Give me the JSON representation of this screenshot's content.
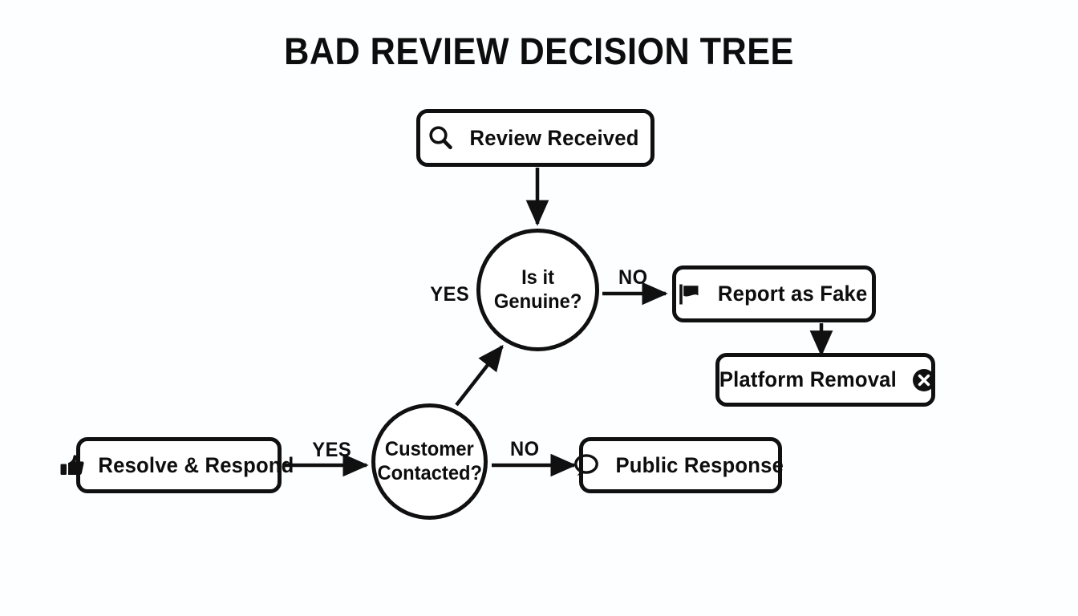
{
  "page": {
    "title": "BAD REVIEW DECISION TREE",
    "background_color": "#fdfeff",
    "ink_color": "#101010"
  },
  "nodes": {
    "review_received": {
      "label": "Review Received",
      "icon": "search-icon",
      "shape": "rounded-box"
    },
    "is_genuine": {
      "line1": "Is it",
      "line2": "Genuine?",
      "shape": "circle"
    },
    "report_as_fake": {
      "label": "Report as Fake",
      "icon": "flag-icon",
      "shape": "rounded-box"
    },
    "platform_removal": {
      "label": "Platform Removal",
      "icon": "circle-x-icon",
      "shape": "rounded-box"
    },
    "customer_contacted": {
      "line1": "Customer",
      "line2": "Contacted?",
      "shape": "circle"
    },
    "resolve_respond": {
      "label": "Resolve & Respond",
      "icon": "thumbs-up-icon",
      "shape": "rounded-box"
    },
    "public_response": {
      "label": "Public Response",
      "icon": "speech-bubble-icon",
      "shape": "rounded-box"
    }
  },
  "edges": {
    "review_to_genuine": {
      "label": ""
    },
    "genuine_no": {
      "label": "NO"
    },
    "genuine_yes": {
      "label": "YES"
    },
    "fake_to_removal": {
      "label": ""
    },
    "contacted_yes": {
      "label": "YES"
    },
    "contacted_no": {
      "label": "NO"
    }
  }
}
